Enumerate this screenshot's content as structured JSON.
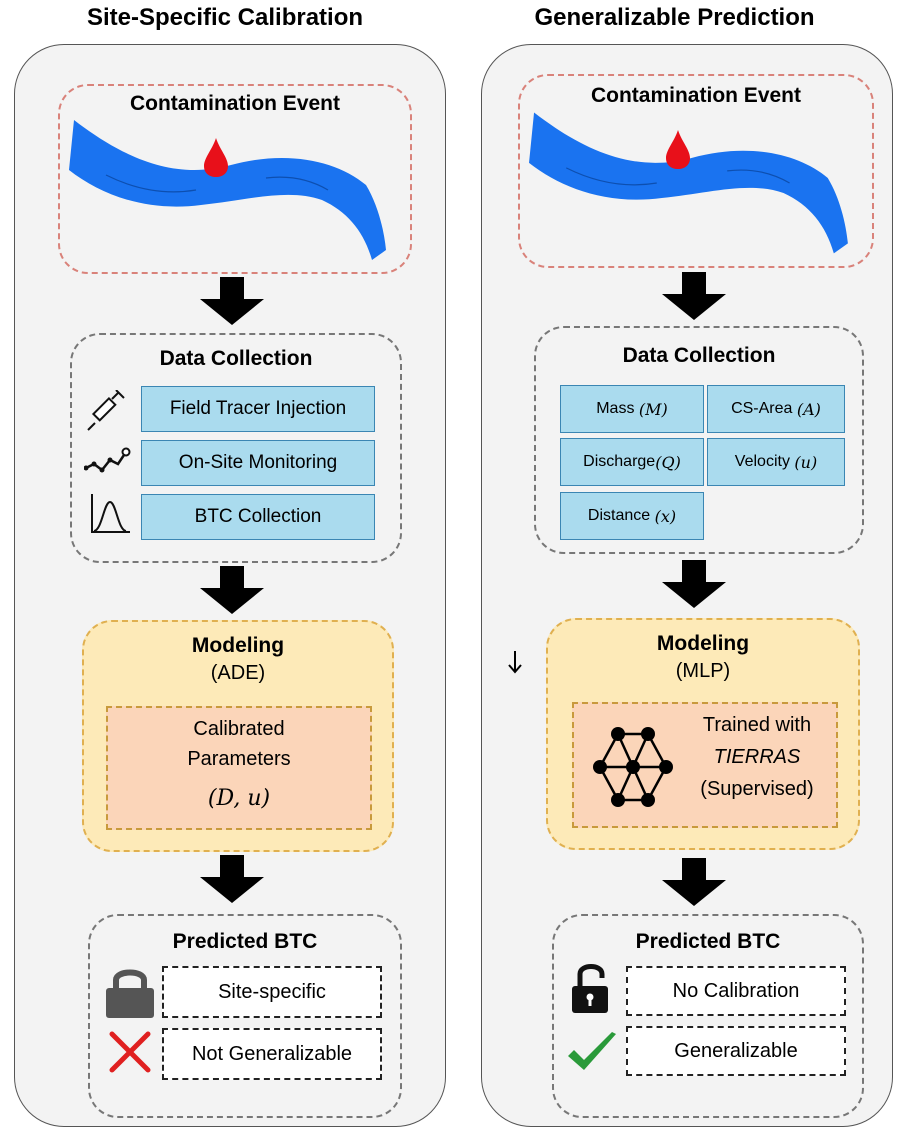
{
  "left": {
    "title": "Site-Specific Calibration",
    "event_title": "Contamination Event",
    "data_title": "Data Collection",
    "items": [
      {
        "label": "Field Tracer Injection",
        "icon": "syringe-icon"
      },
      {
        "label": "On-Site Monitoring",
        "icon": "monitoring-line-icon"
      },
      {
        "label": "BTC Collection",
        "icon": "curve-icon"
      }
    ],
    "model_title": "Modeling",
    "model_sub": "(ADE)",
    "param_line1": "Calibrated",
    "param_line2": "Parameters",
    "param_math": "(D, u)",
    "pred_title": "Predicted BTC",
    "result1": "Site-specific",
    "result2": "Not Generalizable"
  },
  "right": {
    "title": "Generalizable Prediction",
    "event_title": "Contamination Event",
    "data_title": "Data Collection",
    "features": [
      {
        "label": "Mass",
        "symbol": "(M)"
      },
      {
        "label": "CS-Area",
        "symbol": "(A)"
      },
      {
        "label": "Discharge",
        "symbol": "(Q)"
      },
      {
        "label": "Velocity",
        "symbol": "(u)"
      },
      {
        "label": "Distance",
        "symbol": "(x)"
      }
    ],
    "model_title": "Modeling",
    "model_sub": "(MLP)",
    "trained_line1": "Trained with",
    "trained_line2": "TIERRAS",
    "trained_line3": "(Supervised)",
    "pred_title": "Predicted BTC",
    "result1": "No Calibration",
    "result2": "Generalizable"
  },
  "colors": {
    "river": "#1a73f0",
    "drop": "#e8101a",
    "lock": "#555555",
    "cross": "#e02020",
    "check": "#2a9a3a",
    "node": "#000000"
  }
}
